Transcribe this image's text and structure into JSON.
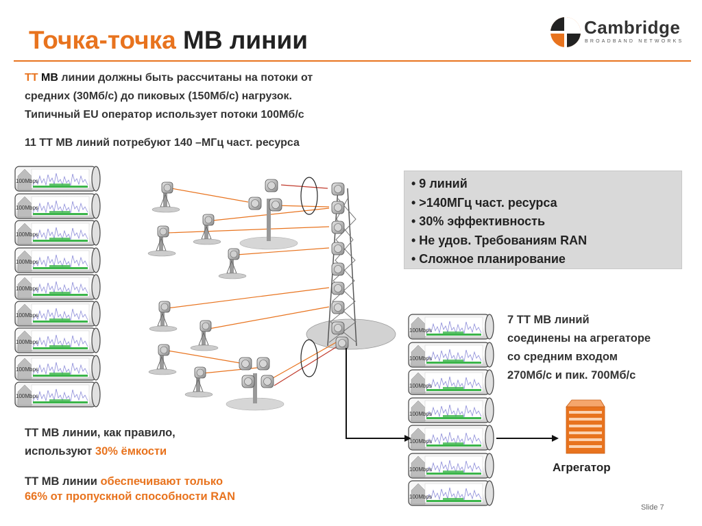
{
  "title": {
    "part1": "Точка-точка",
    "part2": " МВ линии"
  },
  "logo": {
    "name": "Cambridge",
    "tagline": "BROADBAND NETWORKS"
  },
  "intro": {
    "tt": "ТТ",
    "mv": " МВ",
    "line1_rest": " линии должны быть рассчитаны на потоки от",
    "line2": "средних (30Мб/с) до пиковых (150Мб/с) нагрузок.",
    "line3": "Типичный EU оператор использует потоки 100Мб/с",
    "line4": "11 ТТ МВ линий потребуют 140 –МГц част. ресурса"
  },
  "bullets": [
    "• 9 линий",
    "• >140МГц част. ресурса",
    "• 30% эффективность",
    "• Не удов. Требованиям RAN",
    "• Сложное планирование"
  ],
  "aggregation_note": {
    "line1": "7 ТТ МВ линий",
    "line2": "соединены на агрегаторе",
    "line3": "со средним входом",
    "line4": "270Мб/с и пик. 700Мб/с"
  },
  "bottom_left": {
    "line1": "ТТ МВ линии, как правило,",
    "line2_pre": "используют ",
    "line2_hl": "30% ёмкости",
    "line3_pre": "ТТ МВ линии ",
    "line3_hl": "обеспечивают только",
    "line4": "66% от пропускной способности RAN"
  },
  "link_label": "100Mbps",
  "aggregator_label": "Агрегатор",
  "slide_number": "Slide 7",
  "colors": {
    "accent": "#e8731e",
    "graybox": "#d9d9d9",
    "link_line": "#e8731e",
    "red_line": "#c0392b"
  },
  "icons": {
    "logo": "cambridge-logo-icon",
    "aggregator": "aggregator-icon",
    "tower": "tower-icon",
    "link": "link-pipe-icon"
  }
}
